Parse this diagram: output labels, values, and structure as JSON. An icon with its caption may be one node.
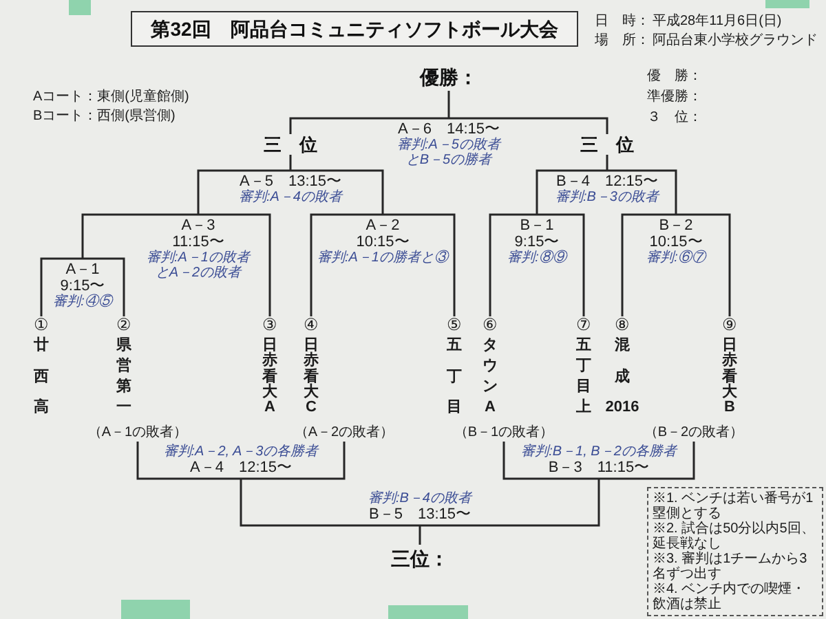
{
  "diagram": {
    "title": "第32回　阿品台コミュニティソフトボール大会",
    "nodes": [
      {
        "text": [
          "優勝："
        ]
      },
      {
        "text": [
          "A－6　14:15〜",
          "審判:A－5の敗者とB－5の勝者"
        ]
      },
      {
        "text": [
          "A－5　13:15〜",
          "審判:A－4の敗者"
        ]
      },
      {
        "text": [
          "B－4　12:15〜",
          "審判:B－3の敗者"
        ]
      },
      {
        "text": [
          "A－3",
          "11:15〜",
          "審判:A－1の敗者とA－2の敗者"
        ]
      },
      {
        "text": [
          "A－2",
          "10:15〜",
          "審判:A－1の勝者と③"
        ]
      },
      {
        "text": [
          "B－1",
          "9:15〜",
          "審判:⑧⑨"
        ]
      },
      {
        "text": [
          "B－2",
          "10:15〜",
          "審判:⑥⑦"
        ]
      },
      {
        "text": [
          "A－1",
          "9:15〜",
          "審判:④⑤"
        ]
      },
      {
        "text": [
          "①",
          "廿西高"
        ]
      },
      {
        "text": [
          "②",
          "県営第一"
        ]
      },
      {
        "text": [
          "③",
          "日赤看大A"
        ]
      },
      {
        "text": [
          "④",
          "日赤看大C"
        ]
      },
      {
        "text": [
          "⑤",
          "五丁目"
        ]
      },
      {
        "text": [
          "⑥",
          "タウンA"
        ]
      },
      {
        "text": [
          "⑦",
          "五丁目上"
        ]
      },
      {
        "text": [
          "⑧",
          "混成2016"
        ]
      },
      {
        "text": [
          "⑨",
          "日赤看大B"
        ]
      },
      {
        "text": [
          "（A－1の敗者）"
        ]
      },
      {
        "text": [
          "（A－2の敗者）"
        ]
      },
      {
        "text": [
          "（B－1の敗者）"
        ]
      },
      {
        "text": [
          "（B－2の敗者）"
        ]
      },
      {
        "text": [
          "審判:A－2, A－3の各勝者",
          "A－4　12:15〜"
        ]
      },
      {
        "text": [
          "審判:B－1, B－2の各勝者",
          "B－3　11:15〜"
        ]
      },
      {
        "text": [
          "審判:B－4の敗者",
          "B－5　13:15〜"
        ]
      },
      {
        "text": [
          "三位："
        ]
      }
    ],
    "edges": [
      {
        "from": 9,
        "to": 8,
        "arrow": "none"
      },
      {
        "from": 10,
        "to": 8,
        "arrow": "none"
      },
      {
        "from": 8,
        "to": 4,
        "arrow": "none"
      },
      {
        "from": 11,
        "to": 4,
        "arrow": "none"
      },
      {
        "from": 12,
        "to": 5,
        "arrow": "none"
      },
      {
        "from": 13,
        "to": 5,
        "arrow": "none"
      },
      {
        "from": 4,
        "to": 2,
        "arrow": "none"
      },
      {
        "from": 5,
        "to": 2,
        "arrow": "none"
      },
      {
        "from": 14,
        "to": 6,
        "arrow": "none"
      },
      {
        "from": 15,
        "to": 6,
        "arrow": "none"
      },
      {
        "from": 16,
        "to": 7,
        "arrow": "none"
      },
      {
        "from": 17,
        "to": 7,
        "arrow": "none"
      },
      {
        "from": 6,
        "to": 3,
        "arrow": "none"
      },
      {
        "from": 7,
        "to": 3,
        "arrow": "none"
      },
      {
        "from": 2,
        "to": 1,
        "arrow": "none",
        "label": "三　位"
      },
      {
        "from": 3,
        "to": 1,
        "arrow": "none",
        "label": "三　位"
      },
      {
        "from": 1,
        "to": 0,
        "arrow": "none"
      },
      {
        "from": 18,
        "to": 22,
        "arrow": "none"
      },
      {
        "from": 19,
        "to": 22,
        "arrow": "none"
      },
      {
        "from": 20,
        "to": 23,
        "arrow": "none"
      },
      {
        "from": 21,
        "to": 23,
        "arrow": "none"
      },
      {
        "from": 22,
        "to": 24,
        "arrow": "none"
      },
      {
        "from": 23,
        "to": 24,
        "arrow": "none"
      },
      {
        "from": 24,
        "to": 25,
        "arrow": "none"
      }
    ],
    "labels": [
      "日　時：",
      "平成28年11月6日(日)",
      "場　所：",
      "阿品台東小学校グラウンド",
      "Aコート：東側(児童館側)",
      "Bコート：西側(県営側)",
      "優　勝：",
      "準優勝：",
      "３　位：",
      "※1. ベンチは若い番号が1塁側とする",
      "※2. 試合は50分以内5回、延長戦なし",
      "※3. 審判は1チームから3名ずつ出す",
      "※4. ベンチ内での喫煙・飲酒は禁止"
    ]
  }
}
